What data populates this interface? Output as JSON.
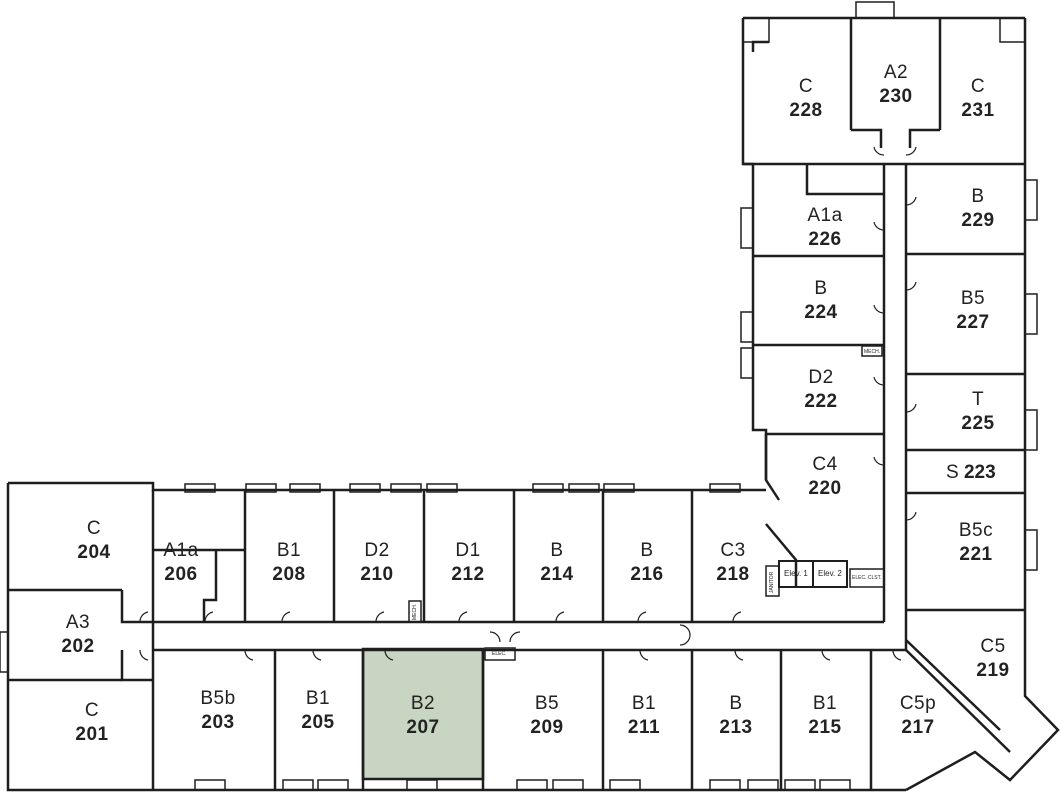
{
  "units": [
    {
      "id": "u228",
      "type": "C",
      "number": "228"
    },
    {
      "id": "u230",
      "type": "A2",
      "number": "230"
    },
    {
      "id": "u231",
      "type": "C",
      "number": "231"
    },
    {
      "id": "u226",
      "type": "A1a",
      "number": "226"
    },
    {
      "id": "u229",
      "type": "B",
      "number": "229"
    },
    {
      "id": "u224",
      "type": "B",
      "number": "224"
    },
    {
      "id": "u227",
      "type": "B5",
      "number": "227"
    },
    {
      "id": "u222",
      "type": "D2",
      "number": "222"
    },
    {
      "id": "u225",
      "type": "T",
      "number": "225"
    },
    {
      "id": "u223",
      "type": "S",
      "number": "223"
    },
    {
      "id": "u220",
      "type": "C4",
      "number": "220"
    },
    {
      "id": "u221",
      "type": "B5c",
      "number": "221"
    },
    {
      "id": "u204",
      "type": "C",
      "number": "204"
    },
    {
      "id": "u206",
      "type": "A1a",
      "number": "206"
    },
    {
      "id": "u208",
      "type": "B1",
      "number": "208"
    },
    {
      "id": "u210",
      "type": "D2",
      "number": "210"
    },
    {
      "id": "u212",
      "type": "D1",
      "number": "212"
    },
    {
      "id": "u214",
      "type": "B",
      "number": "214"
    },
    {
      "id": "u216",
      "type": "B",
      "number": "216"
    },
    {
      "id": "u218",
      "type": "C3",
      "number": "218"
    },
    {
      "id": "u202",
      "type": "A3",
      "number": "202"
    },
    {
      "id": "u219",
      "type": "C5",
      "number": "219"
    },
    {
      "id": "u201",
      "type": "C",
      "number": "201"
    },
    {
      "id": "u203",
      "type": "B5b",
      "number": "203"
    },
    {
      "id": "u205",
      "type": "B1",
      "number": "205"
    },
    {
      "id": "u207",
      "type": "B2",
      "number": "207"
    },
    {
      "id": "u209",
      "type": "B5",
      "number": "209"
    },
    {
      "id": "u211",
      "type": "B1",
      "number": "211"
    },
    {
      "id": "u213",
      "type": "B",
      "number": "213"
    },
    {
      "id": "u215",
      "type": "B1",
      "number": "215"
    },
    {
      "id": "u217",
      "type": "C5p",
      "number": "217"
    }
  ],
  "utility_labels": {
    "elev1": "Elev. 1",
    "elev2": "Elev. 2",
    "elec_clst": "ELEC. CLST.",
    "elec": "ELEC.",
    "mech": "MECH.",
    "mech2": "MECH.",
    "janitor": "JANITOR"
  },
  "colors": {
    "wall": "#1e1e1e",
    "highlight_fill": "#c8d5c3",
    "highlight_unit": "207",
    "background": "#ffffff"
  }
}
